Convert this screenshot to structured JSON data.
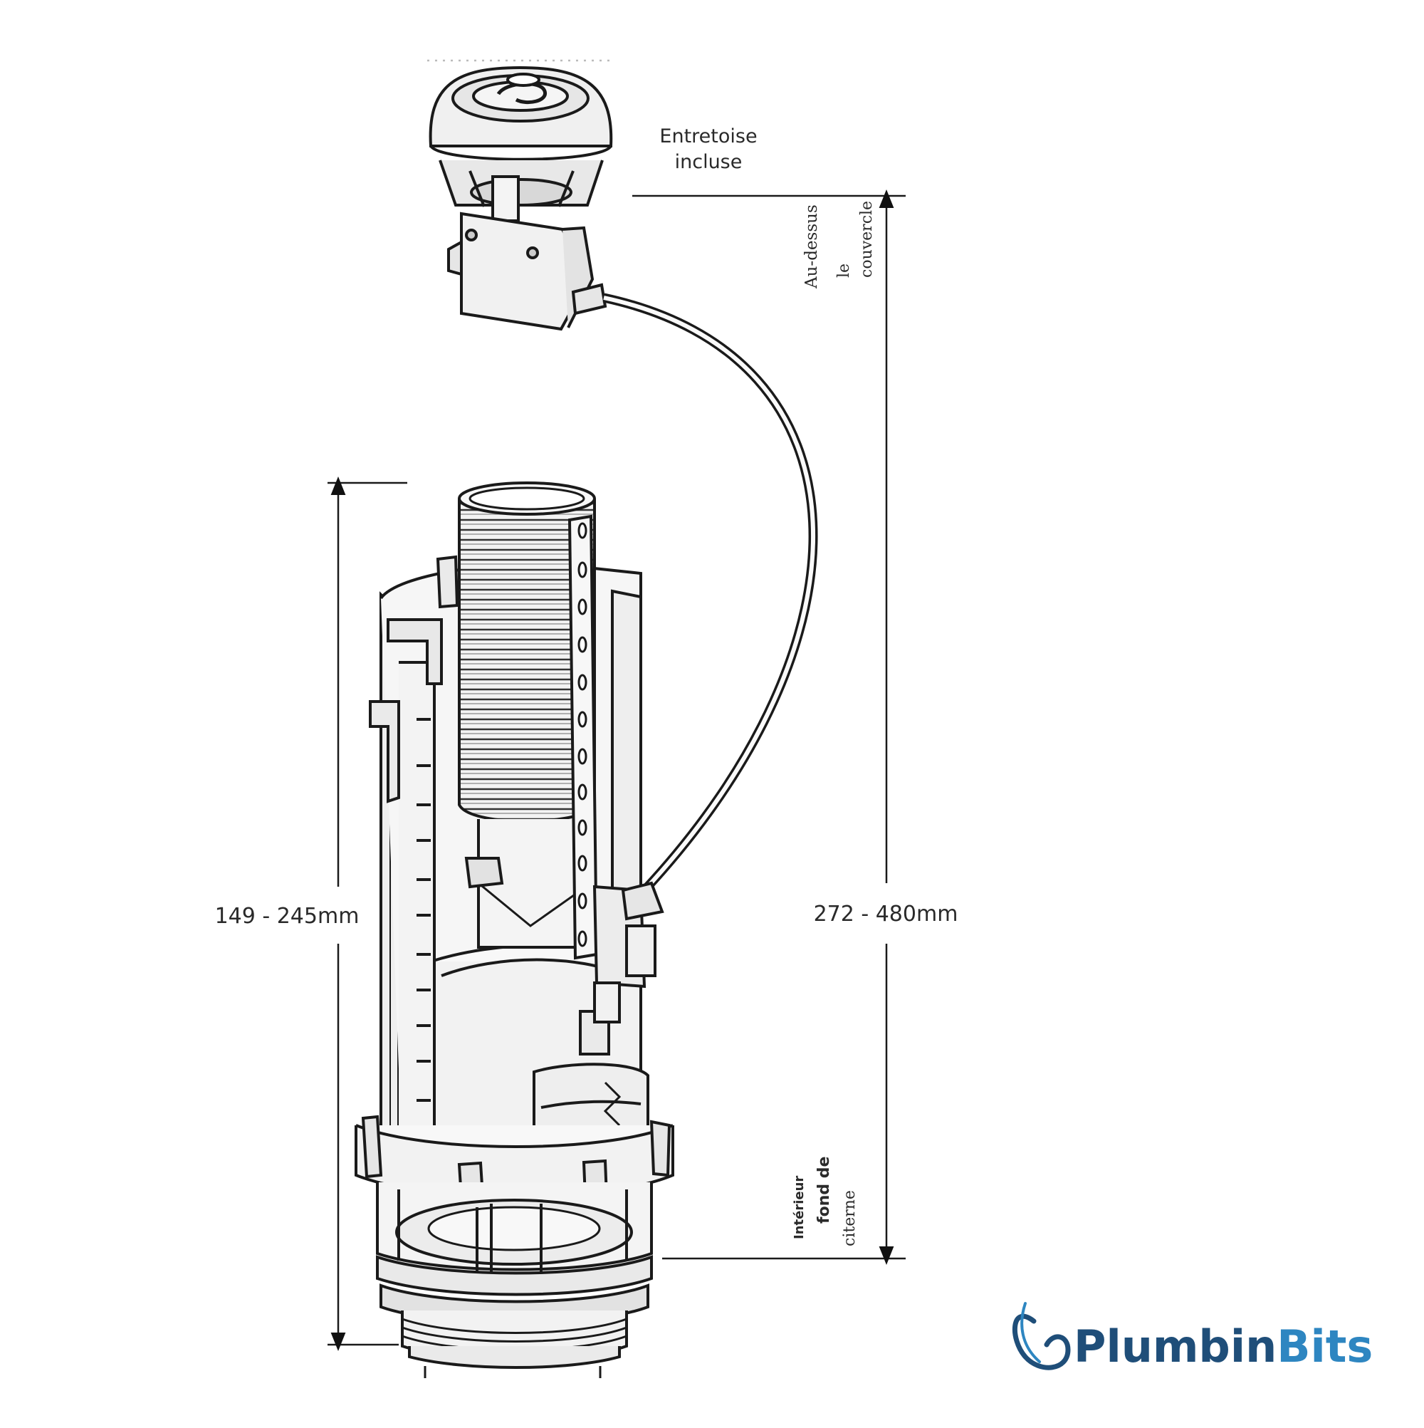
{
  "labels": {
    "spacer_line1": "Entretoise",
    "spacer_line2": "incluse",
    "cover_line1": "Au-dessus",
    "cover_line2": "le",
    "cover_line3": "couvercle",
    "bottom_line1": "Intérieur",
    "bottom_line2": "fond de",
    "bottom_line3": "citerne",
    "dim_body": "149 - 245mm",
    "dim_total": "272 - 480mm"
  },
  "brand": {
    "name": "PlumbinBits",
    "part1": "Plumbin",
    "part2": "Bits",
    "color_primary": "#1f4e79",
    "color_secondary": "#2e86c1"
  },
  "colors": {
    "line": "#1a1a1a",
    "fill_light": "#f4f4f4",
    "fill_mid": "#e2e2e2"
  }
}
